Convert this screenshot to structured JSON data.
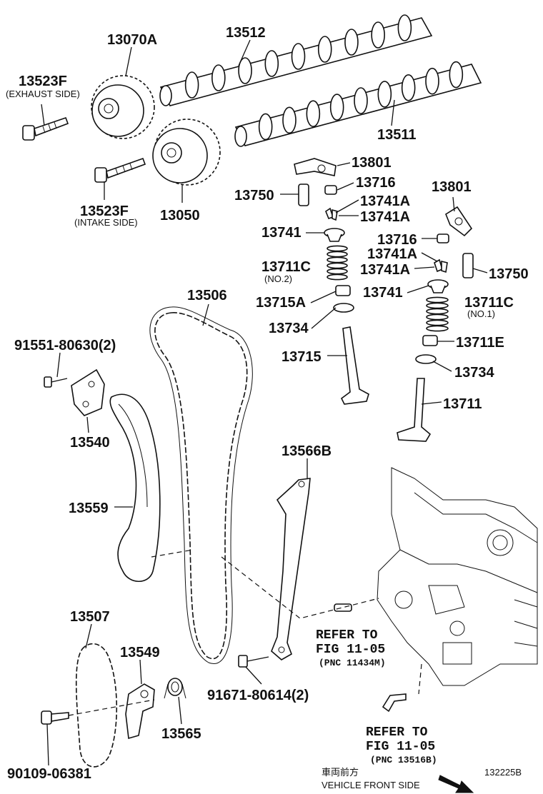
{
  "labels": {
    "p13070a": "13070A",
    "p13512": "13512",
    "p13523f_ex": "13523F",
    "exhaust_side": "(EXHAUST SIDE)",
    "p13511": "13511",
    "p13523f_in": "13523F",
    "intake_side": "(INTAKE SIDE)",
    "p13050": "13050",
    "p13801_a": "13801",
    "p13716_a": "13716",
    "p13750_a": "13750",
    "p13741a_1": "13741A",
    "p13741a_2": "13741A",
    "p13741_a": "13741",
    "p13711c_a": "13711C",
    "no2": "(NO.2)",
    "p13715a": "13715A",
    "p13734_a": "13734",
    "p13715": "13715",
    "p13801_b": "13801",
    "p13716_b": "13716",
    "p13741a_3": "13741A",
    "p13741a_4": "13741A",
    "p13750_b": "13750",
    "p13741_b": "13741",
    "p13711c_b": "13711C",
    "no1": "(NO.1)",
    "p13711e": "13711E",
    "p13734_b": "13734",
    "p13711": "13711",
    "p13506": "13506",
    "p91551": "91551-80630(2)",
    "p13540": "13540",
    "p13559": "13559",
    "p13566b": "13566B",
    "refer1_l1": "REFER TO",
    "refer1_l2": "FIG 11-05",
    "refer1_l3": "(PNC 11434M)",
    "p91671": "91671-80614(2)",
    "p13507": "13507",
    "p13549": "13549",
    "p13565": "13565",
    "p90109": "90109-06381",
    "refer2_l1": "REFER TO",
    "refer2_l2": "FIG 11-05",
    "refer2_l3": "(PNC 13516B)",
    "vehicle_front_jp": "車両前方",
    "vehicle_front_en": "VEHICLE FRONT SIDE",
    "figure_id": "132225B"
  },
  "colors": {
    "line": "#111111",
    "background": "#ffffff"
  }
}
